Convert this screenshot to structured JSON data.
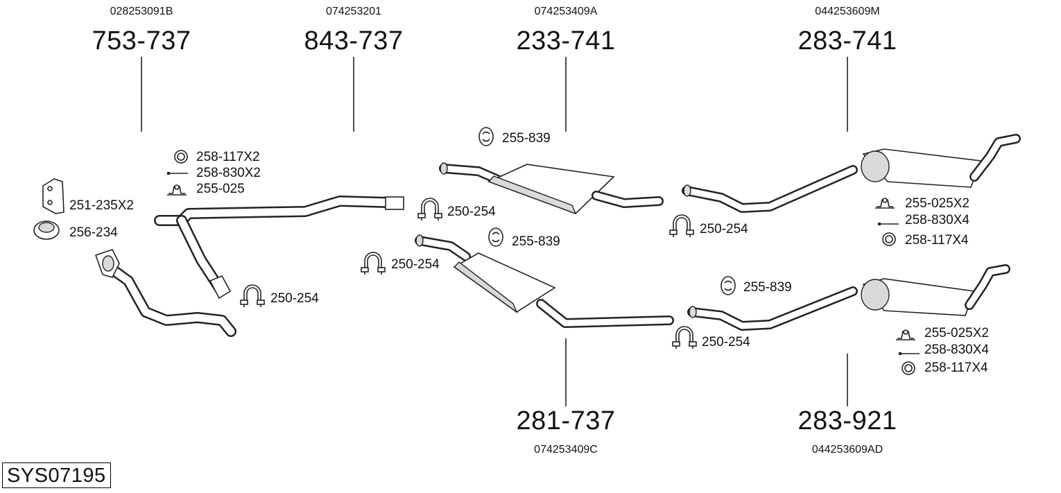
{
  "system_code": "SYS07195",
  "assemblies": [
    {
      "oem": "028253091B",
      "part": "753-737"
    },
    {
      "oem": "074253201",
      "part": "843-737"
    },
    {
      "oem": "074253409A",
      "part": "233-741"
    },
    {
      "oem": "044253609M",
      "part": "283-741"
    },
    {
      "oem": "074253409C",
      "part": "281-737"
    },
    {
      "oem": "044253609AD",
      "part": "283-921"
    }
  ],
  "fittings": [
    {
      "label": "258-117X2",
      "icon": "ring-icon"
    },
    {
      "label": "258-830X2",
      "icon": "bolt-icon"
    },
    {
      "label": "255-025",
      "icon": "mounting-bracket-icon"
    },
    {
      "label": "251-235X2",
      "icon": "flange-gasket-icon"
    },
    {
      "label": "256-234",
      "icon": "sealing-ring-icon"
    },
    {
      "label": "250-254",
      "icon": "clamp-icon"
    },
    {
      "label": "255-839",
      "icon": "rubber-hanger-icon"
    },
    {
      "label": "250-254",
      "icon": "clamp-icon"
    },
    {
      "label": "255-839",
      "icon": "rubber-hanger-icon"
    },
    {
      "label": "250-254",
      "icon": "clamp-icon"
    },
    {
      "label": "250-254",
      "icon": "clamp-icon"
    },
    {
      "label": "255-025X2",
      "icon": "mounting-bracket-icon"
    },
    {
      "label": "258-830X4",
      "icon": "bolt-icon"
    },
    {
      "label": "258-117X4",
      "icon": "ring-icon"
    },
    {
      "label": "255-839",
      "icon": "rubber-hanger-icon"
    },
    {
      "label": "250-254",
      "icon": "clamp-icon"
    },
    {
      "label": "255-025X2",
      "icon": "mounting-bracket-icon"
    },
    {
      "label": "258-830X4",
      "icon": "bolt-icon"
    },
    {
      "label": "258-117X4",
      "icon": "ring-icon"
    }
  ]
}
